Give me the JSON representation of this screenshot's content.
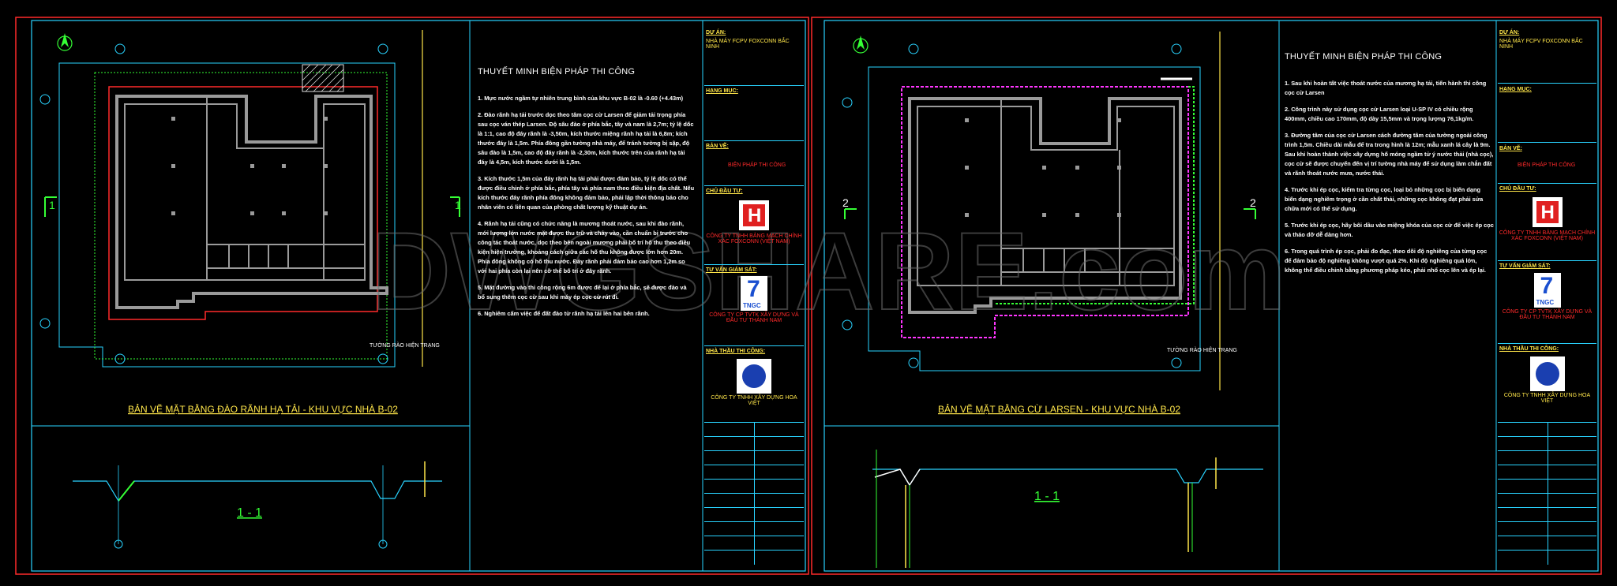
{
  "watermark": "DWGSHARE.com",
  "colors": {
    "background": "#000000",
    "frame": "#ff2a2a",
    "border": "#29d3ff",
    "wall": "#9a9a9a",
    "title": "#ffe64a",
    "green": "#35ff35",
    "magenta": "#ff36ff",
    "yellow": "#ffe64a",
    "white": "#ffffff"
  },
  "sheet1": {
    "plan_title": "BẢN VẼ MẶT BẰNG ĐÀO RÃNH HẠ TẢI - KHU VỰC NHÀ B-02",
    "section_label": "1 - 1",
    "grid_left": "1",
    "grid_right": "1",
    "fence_label": "TƯỜNG RÀO HIỆN TRẠNG",
    "notes_title": "THUYẾT MINH BIỆN PHÁP THI CÔNG",
    "notes": [
      "1. Mực nước ngầm tự nhiên trung bình của khu vực B-02 là -0.60 (+4.43m)",
      "2. Đào rãnh hạ tải trước dọc theo tâm cọc cừ Larsen để giảm tải trọng phía sau cọc ván thép Larsen. Độ sâu đào ở phía bắc, tây và nam là 2,7m; tỷ lệ dốc là 1:1, cao độ đáy rãnh là -3,50m, kích thước miệng rãnh hạ tải là 6,8m; kích thước đáy là 1,5m. Phía đông gần tường nhà máy, để tránh tường bị sập, độ sâu đào là 1,5m, cao độ đáy rãnh là -2,30m, kích thước trên của rãnh hạ tải đáy là 4,5m, kích thước dưới là 1,5m.",
      "3. Kích thước 1,5m của đáy rãnh hạ tải phải được đảm bảo, tỷ lệ dốc có thể được điều chỉnh ở phía bắc, phía tây và phía nam theo điều kiện địa chất. Nếu kích thước đáy rãnh phía đông không đảm bảo, phải lập thời thông báo cho nhân viên có liên quan của phòng chất lượng kỹ thuật dự án.",
      "4. Rãnh hạ tải cũng có chức năng là mương thoát nước, sau khi đào rãnh, mới lượng lớn nước mặt được thu trữ và chảy vào, cần chuẩn bị trước cho công tác thoát nước, dọc theo bên ngoài mương phải bố trí hố thu theo điều kiện hiện trường, khoảng cách giữa các hố thu không được lớn hơn 20m. Phía đông không có hố thu nước. Đáy rãnh phải đảm bảo cao hơn 1,2m so với hai phía còn lại nên cỡ thể bố trí ở đây rãnh.",
      "5. Mặt đường vào thi công rộng 6m được để lại ở phía bắc, sẽ được đào và bổ sung thêm cọc cừ sau khi máy ép cọc cừ rút đi.",
      "6. Nghiêm cấm việc để đất đào từ rãnh hạ tải lên hai bên rãnh."
    ],
    "tb_project_label": "DỰ ÁN:",
    "tb_project": "NHÀ MÁY FCPV FOXCONN BẮC NINH",
    "tb_item_label": "HẠNG MỤC:",
    "tb_drawing_label": "BẢN VẼ:",
    "tb_drawing": "BIỆN PHÁP THI CÔNG",
    "tb_owner_label": "CHỦ ĐẦU TƯ:",
    "tb_owner": "CÔNG TY TNHH BẢNG MẠCH CHÍNH XÁC FOXCONN (VIỆT NAM)",
    "tb_consult_label": "TƯ VẤN GIÁM SÁT:",
    "tb_consult": "CÔNG TY CP TVTK XÂY DỰNG VÀ ĐẦU TƯ THÀNH NAM",
    "tb_logo_text": "TNGC",
    "tb_contractor_label": "NHÀ THẦU THI CÔNG:",
    "tb_contractor": "CÔNG TY TNHH XÂY DỰNG HOA VIỆT"
  },
  "sheet2": {
    "plan_title": "BẢN VẼ MẶT BẰNG CỪ LARSEN - KHU VỰC NHÀ B-02",
    "section_label": "1 - 1",
    "grid_left": "2",
    "grid_right": "2",
    "fence_label": "TƯỜNG RÀO HIỆN TRẠNG",
    "notes_title": "THUYẾT MINH BIỆN PHÁP THI CÔNG",
    "notes": [
      "1. Sau khi hoàn tất việc thoát nước của mương hạ tải, tiến hành thi công cọc cừ Larsen",
      "2. Công trình này sử dụng cọc cừ Larsen loại U-SP IV có chiều rộng 400mm, chiều cao 170mm, độ dày 15,5mm và trọng lượng 76,1kg/m.",
      "3. Đường tâm của cọc cừ Larsen cách đường tâm của tường ngoài công trình 1,5m. Chiều dài mẫu để tra trong hình là 12m; mẫu xanh lá cây là 9m. Sau khi hoàn thành việc xây dựng hố móng ngầm tử ý nước thải (nhà cọc), cọc cừ sẽ được chuyển đến vị trí tường nhà máy để sử dụng làm chắn đất và rãnh thoát nước mưa, nước thải.",
      "4. Trước khi ép cọc, kiểm tra từng cọc, loại bỏ những cọc bị biến dạng biến dạng nghiêm trọng ở cần chất thải, những cọc không đạt phải sửa chữa mới có thể sử dụng.",
      "5. Trước khi ép cọc, hãy bôi dầu vào miệng khóa của cọc cừ để việc ép cọc và tháo dỡ dễ dàng hơn.",
      "6. Trong quá trình ép cọc, phải đo đạc, theo dõi độ nghiêng của từng cọc để đảm bảo độ nghiêng không vượt quá 2%. Khi độ nghiêng quá lớn, không thể điều chỉnh bằng phương pháp kéo, phải nhổ cọc lên và ép lại."
    ],
    "tb_project_label": "DỰ ÁN:",
    "tb_project": "NHÀ MÁY FCPV FOXCONN BẮC NINH",
    "tb_item_label": "HẠNG MỤC:",
    "tb_drawing_label": "BẢN VẼ:",
    "tb_drawing": "BIỆN PHÁP THI CÔNG",
    "tb_owner_label": "CHỦ ĐẦU TƯ:",
    "tb_owner": "CÔNG TY TNHH BẢNG MẠCH CHÍNH XÁC FOXCONN (VIỆT NAM)",
    "tb_consult_label": "TƯ VẤN GIÁM SÁT:",
    "tb_consult": "CÔNG TY CP TVTK XÂY DỰNG VÀ ĐẦU TƯ THÀNH NAM",
    "tb_logo_text": "TNGC",
    "tb_contractor_label": "NHÀ THẦU THI CÔNG:",
    "tb_contractor": "CÔNG TY TNHH XÂY DỰNG HOA VIỆT"
  }
}
